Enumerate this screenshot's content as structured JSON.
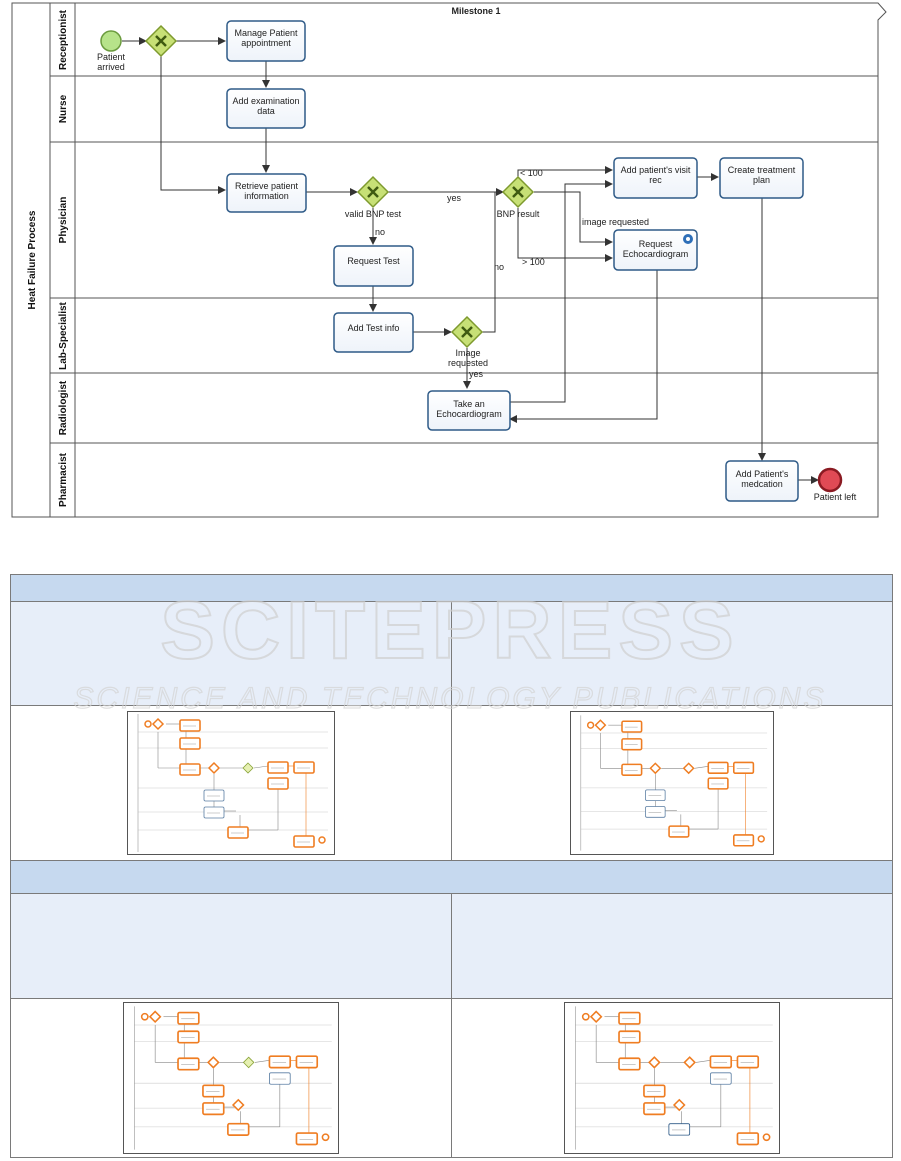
{
  "diagram": {
    "pool_label": "Heat Failure Process",
    "milestone": "Milestone 1",
    "lanes": [
      "Receptionist",
      "Nurse",
      "Physician",
      "Lab-Specialist",
      "Radiologist",
      "Pharmacist"
    ],
    "events": {
      "start": "Patient arrived",
      "end": "Patient left"
    },
    "tasks": {
      "manage_appointment": "Manage Patient appointment",
      "add_examination": "Add examination data",
      "retrieve_info": "Retrieve patient information",
      "request_test": "Request Test",
      "add_test_info": "Add Test info",
      "add_visit_rec": "Add patient's visit rec",
      "create_treatment": "Create treatment plan",
      "request_echo": "Request Echocardiogram",
      "take_echo": "Take an Echocardiogram",
      "add_medication": "Add Patient's medcation"
    },
    "gateways": {
      "valid_bnp": "valid BNP test",
      "bnp_result": "BNP result",
      "image_requested": "Image requested"
    },
    "flow_labels": {
      "yes": "yes",
      "no": "no",
      "lt100": "< 100",
      "gt100": "> 100",
      "image_requested_flow": "image requested"
    },
    "colors": {
      "task_border": "#2e5a87",
      "gateway_fill": "#c7e076",
      "start_fill": "#b7e38a",
      "end_fill": "#e04a55",
      "thumb_highlight": "#ef7d22",
      "table_header": "#c6d9ef",
      "table_text_cell": "#e7eef9"
    }
  },
  "watermark": {
    "title": "SCITEPRESS",
    "subtitle": "SCIENCE AND TECHNOLOGY PUBLICATIONS"
  }
}
